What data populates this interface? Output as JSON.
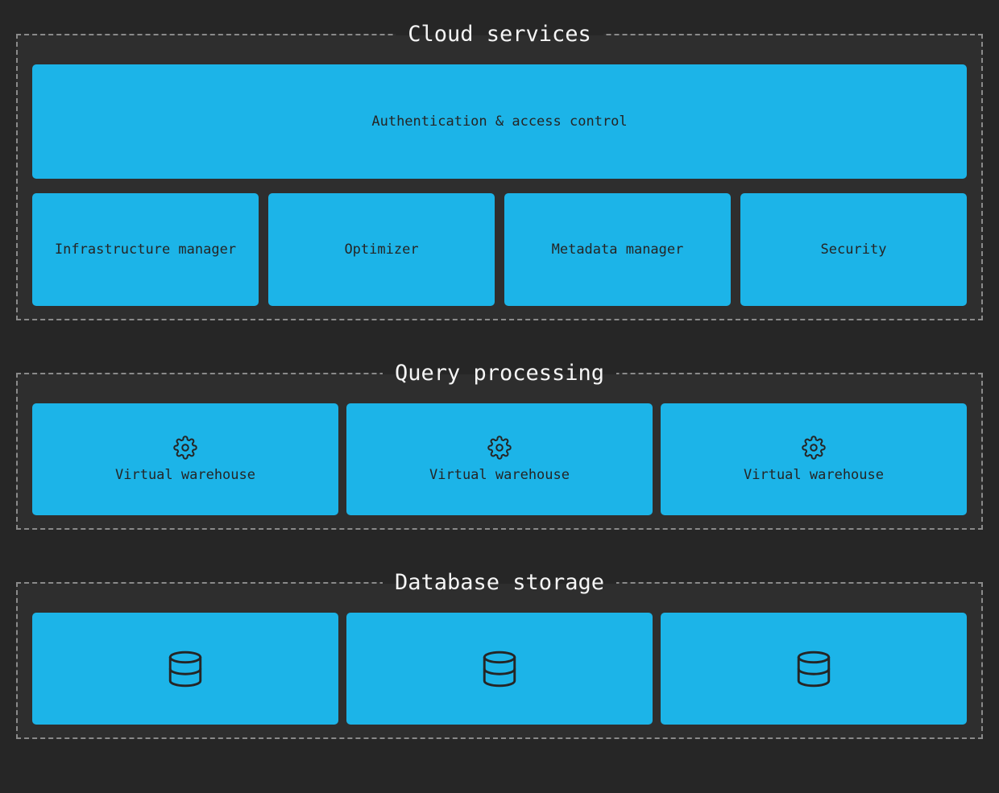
{
  "palette": {
    "page_bg": "#262626",
    "section_bg": "#2e2e2e",
    "box_bg": "#1cb4e8",
    "box_text": "#252525",
    "title_text": "#f5f5f5",
    "border_color": "#8a8a8a"
  },
  "sections": [
    {
      "title": "Cloud services",
      "wide_box": {
        "label": "Authentication & access control"
      },
      "row": [
        {
          "label": "Infrastructure manager"
        },
        {
          "label": "Optimizer"
        },
        {
          "label": "Metadata manager"
        },
        {
          "label": "Security"
        }
      ]
    },
    {
      "title": "Query processing",
      "row": [
        {
          "icon": "gear-icon",
          "label": "Virtual warehouse"
        },
        {
          "icon": "gear-icon",
          "label": "Virtual warehouse"
        },
        {
          "icon": "gear-icon",
          "label": "Virtual warehouse"
        }
      ]
    },
    {
      "title": "Database storage",
      "row": [
        {
          "icon": "database-icon"
        },
        {
          "icon": "database-icon"
        },
        {
          "icon": "database-icon"
        }
      ]
    }
  ]
}
